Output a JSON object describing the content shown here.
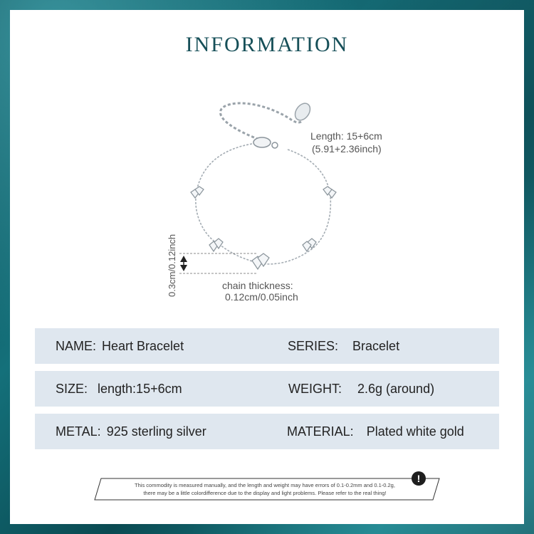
{
  "title": "INFORMATION",
  "dimensions": {
    "length_line1": "Length: 15+6cm",
    "length_line2": "(5.91+2.36inch)",
    "charm_size": "0.3cm/0.12inch",
    "chain_label": "chain thickness:",
    "chain_value": "0.12cm/0.05inch"
  },
  "specs": [
    {
      "left_label": "NAME:",
      "left_value": "Heart Bracelet",
      "right_label": "SERIES:",
      "right_value": "Bracelet"
    },
    {
      "left_label": "SIZE:",
      "left_value": "length:15+6cm",
      "right_label": "WEIGHT:",
      "right_value": "2.6g (around)"
    },
    {
      "left_label": "METAL:",
      "left_value": "925 sterling silver",
      "right_label": "MATERIAL:",
      "right_value": "Plated white gold"
    }
  ],
  "disclaimer": {
    "line1": "This commodity is measured manually, and the length and weight may have errors of 0.1-0.2mm and 0.1-0.2g,",
    "line2": "there may be a little colordifference due to the display and light problems. Please refer to the real thing!",
    "icon": "!"
  },
  "colors": {
    "title": "#164f58",
    "row_bg": "#dfe7ef",
    "border_teal": "#0d5660"
  }
}
